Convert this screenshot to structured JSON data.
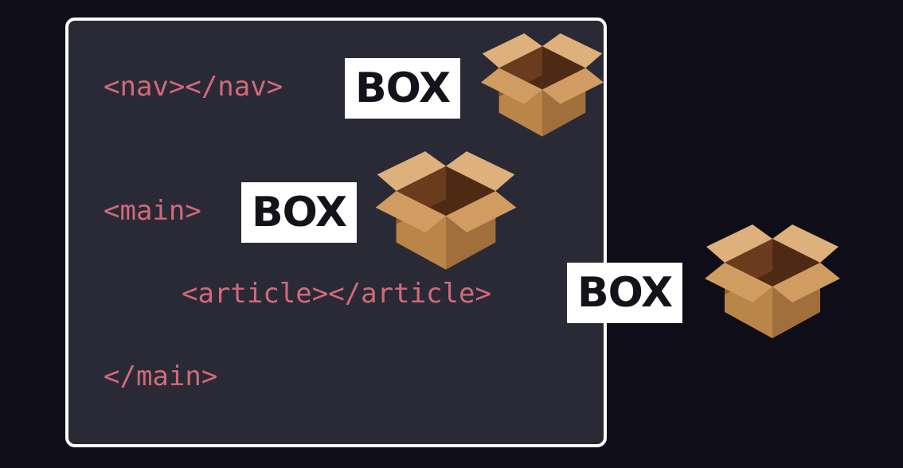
{
  "code_lines": {
    "nav": "<nav></nav>",
    "main_open": "<main>",
    "article": "<article></article>",
    "main_close": "</main>"
  },
  "labels": {
    "nav": "BOX",
    "main": "BOX",
    "article": "BOX"
  },
  "colors": {
    "background": "#0e0d18",
    "panel": "#2a2a36",
    "code_text": "#d16a78",
    "label_bg": "#ffffff",
    "label_text": "#14131c"
  },
  "icons": [
    "open-box-icon",
    "open-box-icon",
    "open-box-icon"
  ]
}
